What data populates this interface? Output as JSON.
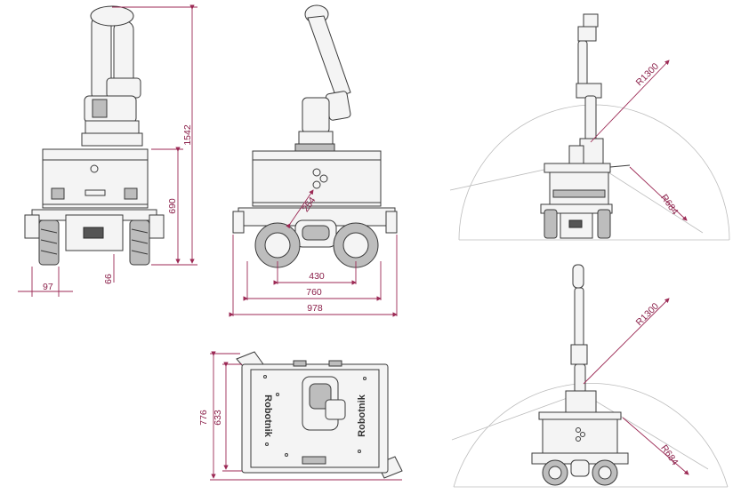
{
  "colors": {
    "dimension": "#9c2a55",
    "line": "#3a3a3a",
    "envelope": "#bcbcbc",
    "background": "#ffffff"
  },
  "dimensions": {
    "front_total_height": "1542",
    "front_base_height": "690",
    "wheel_offset": "97",
    "ground_clearance": "66",
    "wheel_diameter": "254",
    "wheel_track": "430",
    "outer_track": "760",
    "overall_width": "978",
    "overall_length": "776",
    "body_length": "633"
  },
  "reach": {
    "top_arm_reach": "R1300",
    "top_base_reach": "R684",
    "bottom_arm_reach": "R1300",
    "bottom_base_reach": "R684"
  },
  "branding": {
    "logo_text": "Robotnik"
  }
}
